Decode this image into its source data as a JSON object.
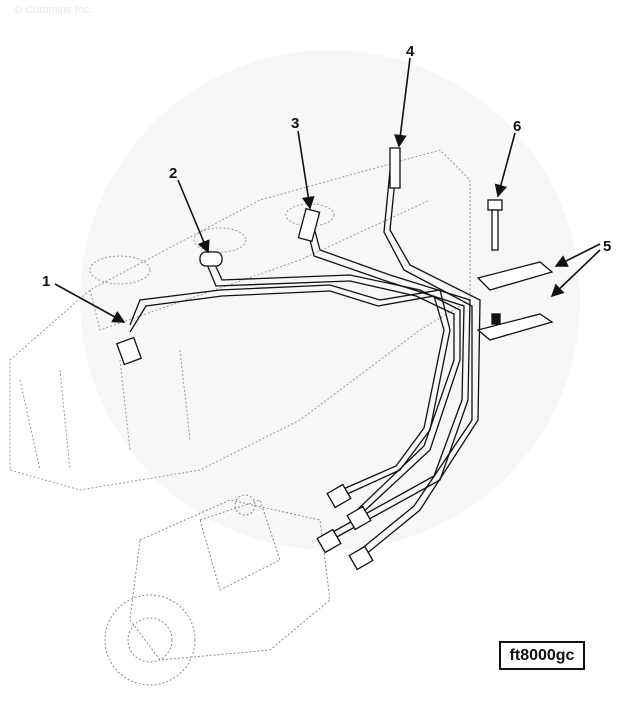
{
  "watermark": "© Cummins Inc.",
  "figure_id": "ft8000gc",
  "callouts": [
    "1",
    "2",
    "3",
    "4",
    "5",
    "6"
  ],
  "colors": {
    "line": "#111111",
    "ghost": "#9a9a9a",
    "background": "#ffffff"
  }
}
